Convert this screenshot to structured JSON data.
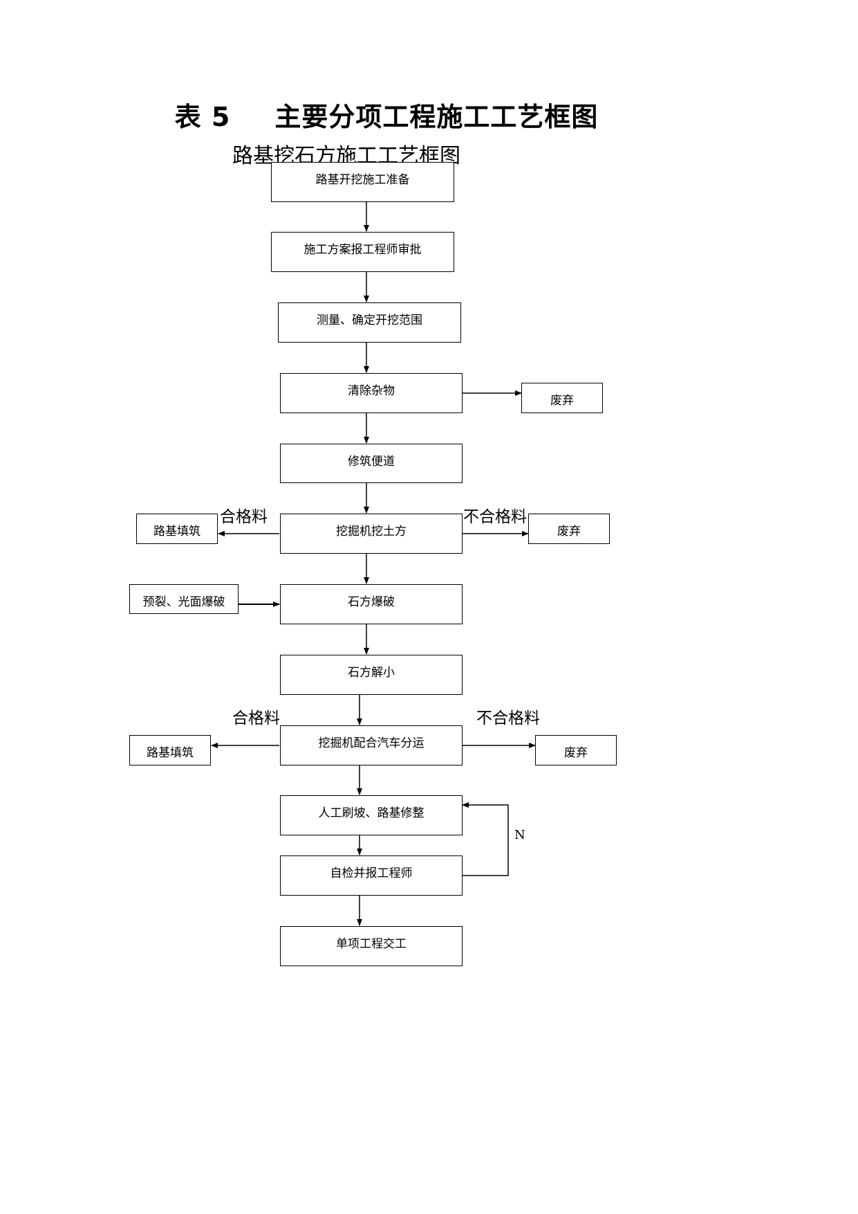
{
  "title": {
    "prefix": "表 5",
    "text": "主要分项工程施工工艺框图"
  },
  "subtitle": "路基挖石方施工工艺框图",
  "steps": [
    "路基开挖施工准备",
    "施工方案报工程师审批",
    "测量、确定开挖范围",
    "清除杂物",
    "修筑便道",
    "挖掘机挖土方",
    "石方爆破",
    "石方解小",
    "挖掘机配合汽车分运",
    "人工刷坡、路基修整",
    "自检并报工程师",
    "单项工程交工"
  ],
  "side_boxes": {
    "discard_1": "废弃",
    "fill_1": "路基填筑",
    "discard_2": "废弃",
    "presplit": "预裂、光面爆破",
    "fill_2": "路基填筑",
    "discard_3": "废弃"
  },
  "labels": {
    "qualified_1": "合格料",
    "unqualified_1": "不合格料",
    "qualified_2": "合格料",
    "unqualified_2": "不合格料",
    "loop": "N"
  }
}
